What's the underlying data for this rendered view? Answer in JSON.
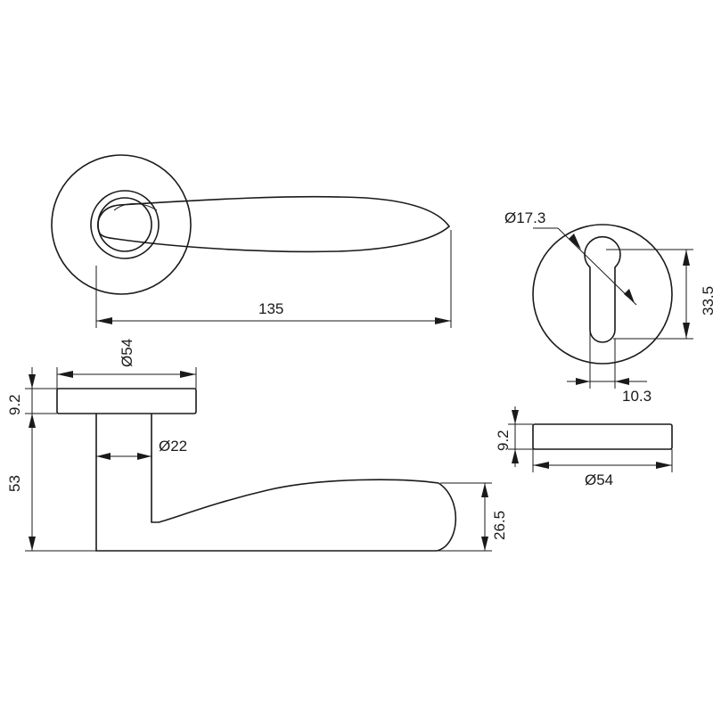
{
  "dimensions": {
    "top_lever_length": "135",
    "cylinder_diameter": "Ø17.3",
    "cylinder_height": "33.5",
    "cylinder_offset": "10.3",
    "rose_diameter": "Ø54",
    "rose_thickness": "9.2",
    "spindle_diameter": "Ø22",
    "handle_height": "53",
    "lever_height": "26.5",
    "escutcheon_thickness": "9.2",
    "escutcheon_diameter": "Ø54"
  }
}
